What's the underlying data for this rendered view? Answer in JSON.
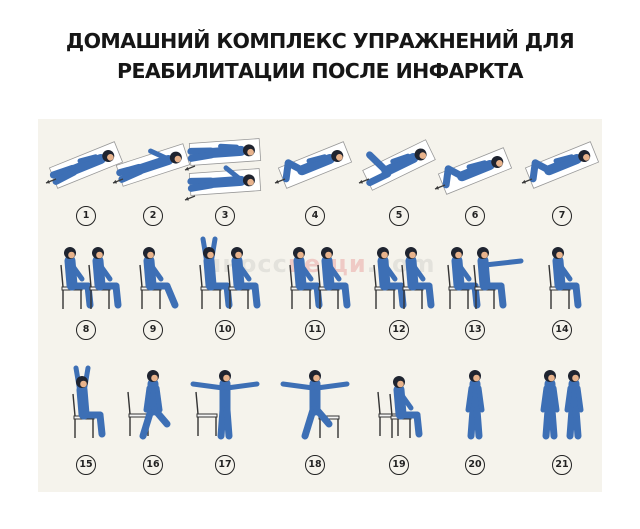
{
  "title": {
    "line1": "ДОМАШНИЙ КОМПЛЕКС УПРАЖНЕНИЙ ДЛЯ",
    "line2": "РЕАБИЛИТАЦИИ ПОСЛЕ ИНФАРКТА"
  },
  "watermark": {
    "part1": "иносс",
    "part2": "вещи",
    "part3": ".com"
  },
  "exercises": [
    {
      "number": "1",
      "pose": "lying"
    },
    {
      "number": "2",
      "pose": "lying-arms-up"
    },
    {
      "number": "3",
      "pose": "lying-double"
    },
    {
      "number": "4",
      "pose": "lying-knee-bent"
    },
    {
      "number": "5",
      "pose": "lying-leg-raise"
    },
    {
      "number": "6",
      "pose": "lying-side-knees"
    },
    {
      "number": "7",
      "pose": "lying-knee-bent"
    },
    {
      "number": "8",
      "pose": "seated-pair"
    },
    {
      "number": "9",
      "pose": "seated-legs-swing"
    },
    {
      "number": "10",
      "pose": "seated-pair-arms"
    },
    {
      "number": "11",
      "pose": "seated-pair"
    },
    {
      "number": "12",
      "pose": "seated-pair-turn"
    },
    {
      "number": "13",
      "pose": "seated-pair-arm-out"
    },
    {
      "number": "14",
      "pose": "seated-single"
    },
    {
      "number": "15",
      "pose": "seated-arms-up"
    },
    {
      "number": "16",
      "pose": "standing-chair-leg-side"
    },
    {
      "number": "17",
      "pose": "standing-arms-out"
    },
    {
      "number": "18",
      "pose": "standing-step-arms-out"
    },
    {
      "number": "19",
      "pose": "squat-chair"
    },
    {
      "number": "20",
      "pose": "standing-pair-bend"
    },
    {
      "number": "21",
      "pose": "standing-pair"
    }
  ],
  "colors": {
    "figure": "#3d6fb5",
    "figure_dark": "#2b5290",
    "head": "#1f2430",
    "skin": "#e8b38c",
    "mat": "#ffffff",
    "chair": "#f4f4f4",
    "arrow": "#3a3a3a",
    "panel": "#f5f3ec"
  }
}
